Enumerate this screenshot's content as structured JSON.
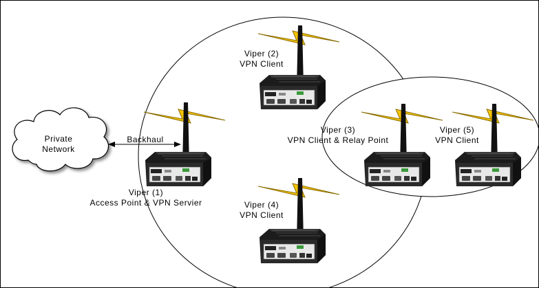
{
  "cloud": {
    "line1": "Private",
    "line2": "Network"
  },
  "backhaul": {
    "label": "Backhaul"
  },
  "radios": [
    {
      "line1": "Viper (1)",
      "line2": "Access Point & VPN Servier"
    },
    {
      "line1": "Viper (2)",
      "line2": "VPN Client"
    },
    {
      "line1": "Viper (3)",
      "line2": "VPN Client & Relay Point"
    },
    {
      "line1": "Viper (4)",
      "line2": "VPN Client"
    },
    {
      "line1": "Viper (5)",
      "line2": "VPN Client"
    }
  ],
  "colors": {
    "lightning": "#f5c400",
    "lightning_outline": "#8a6d00",
    "device_body": "#1c1c1c",
    "device_panel": "#e8e8e8",
    "accent_green": "#3a9a3a"
  }
}
